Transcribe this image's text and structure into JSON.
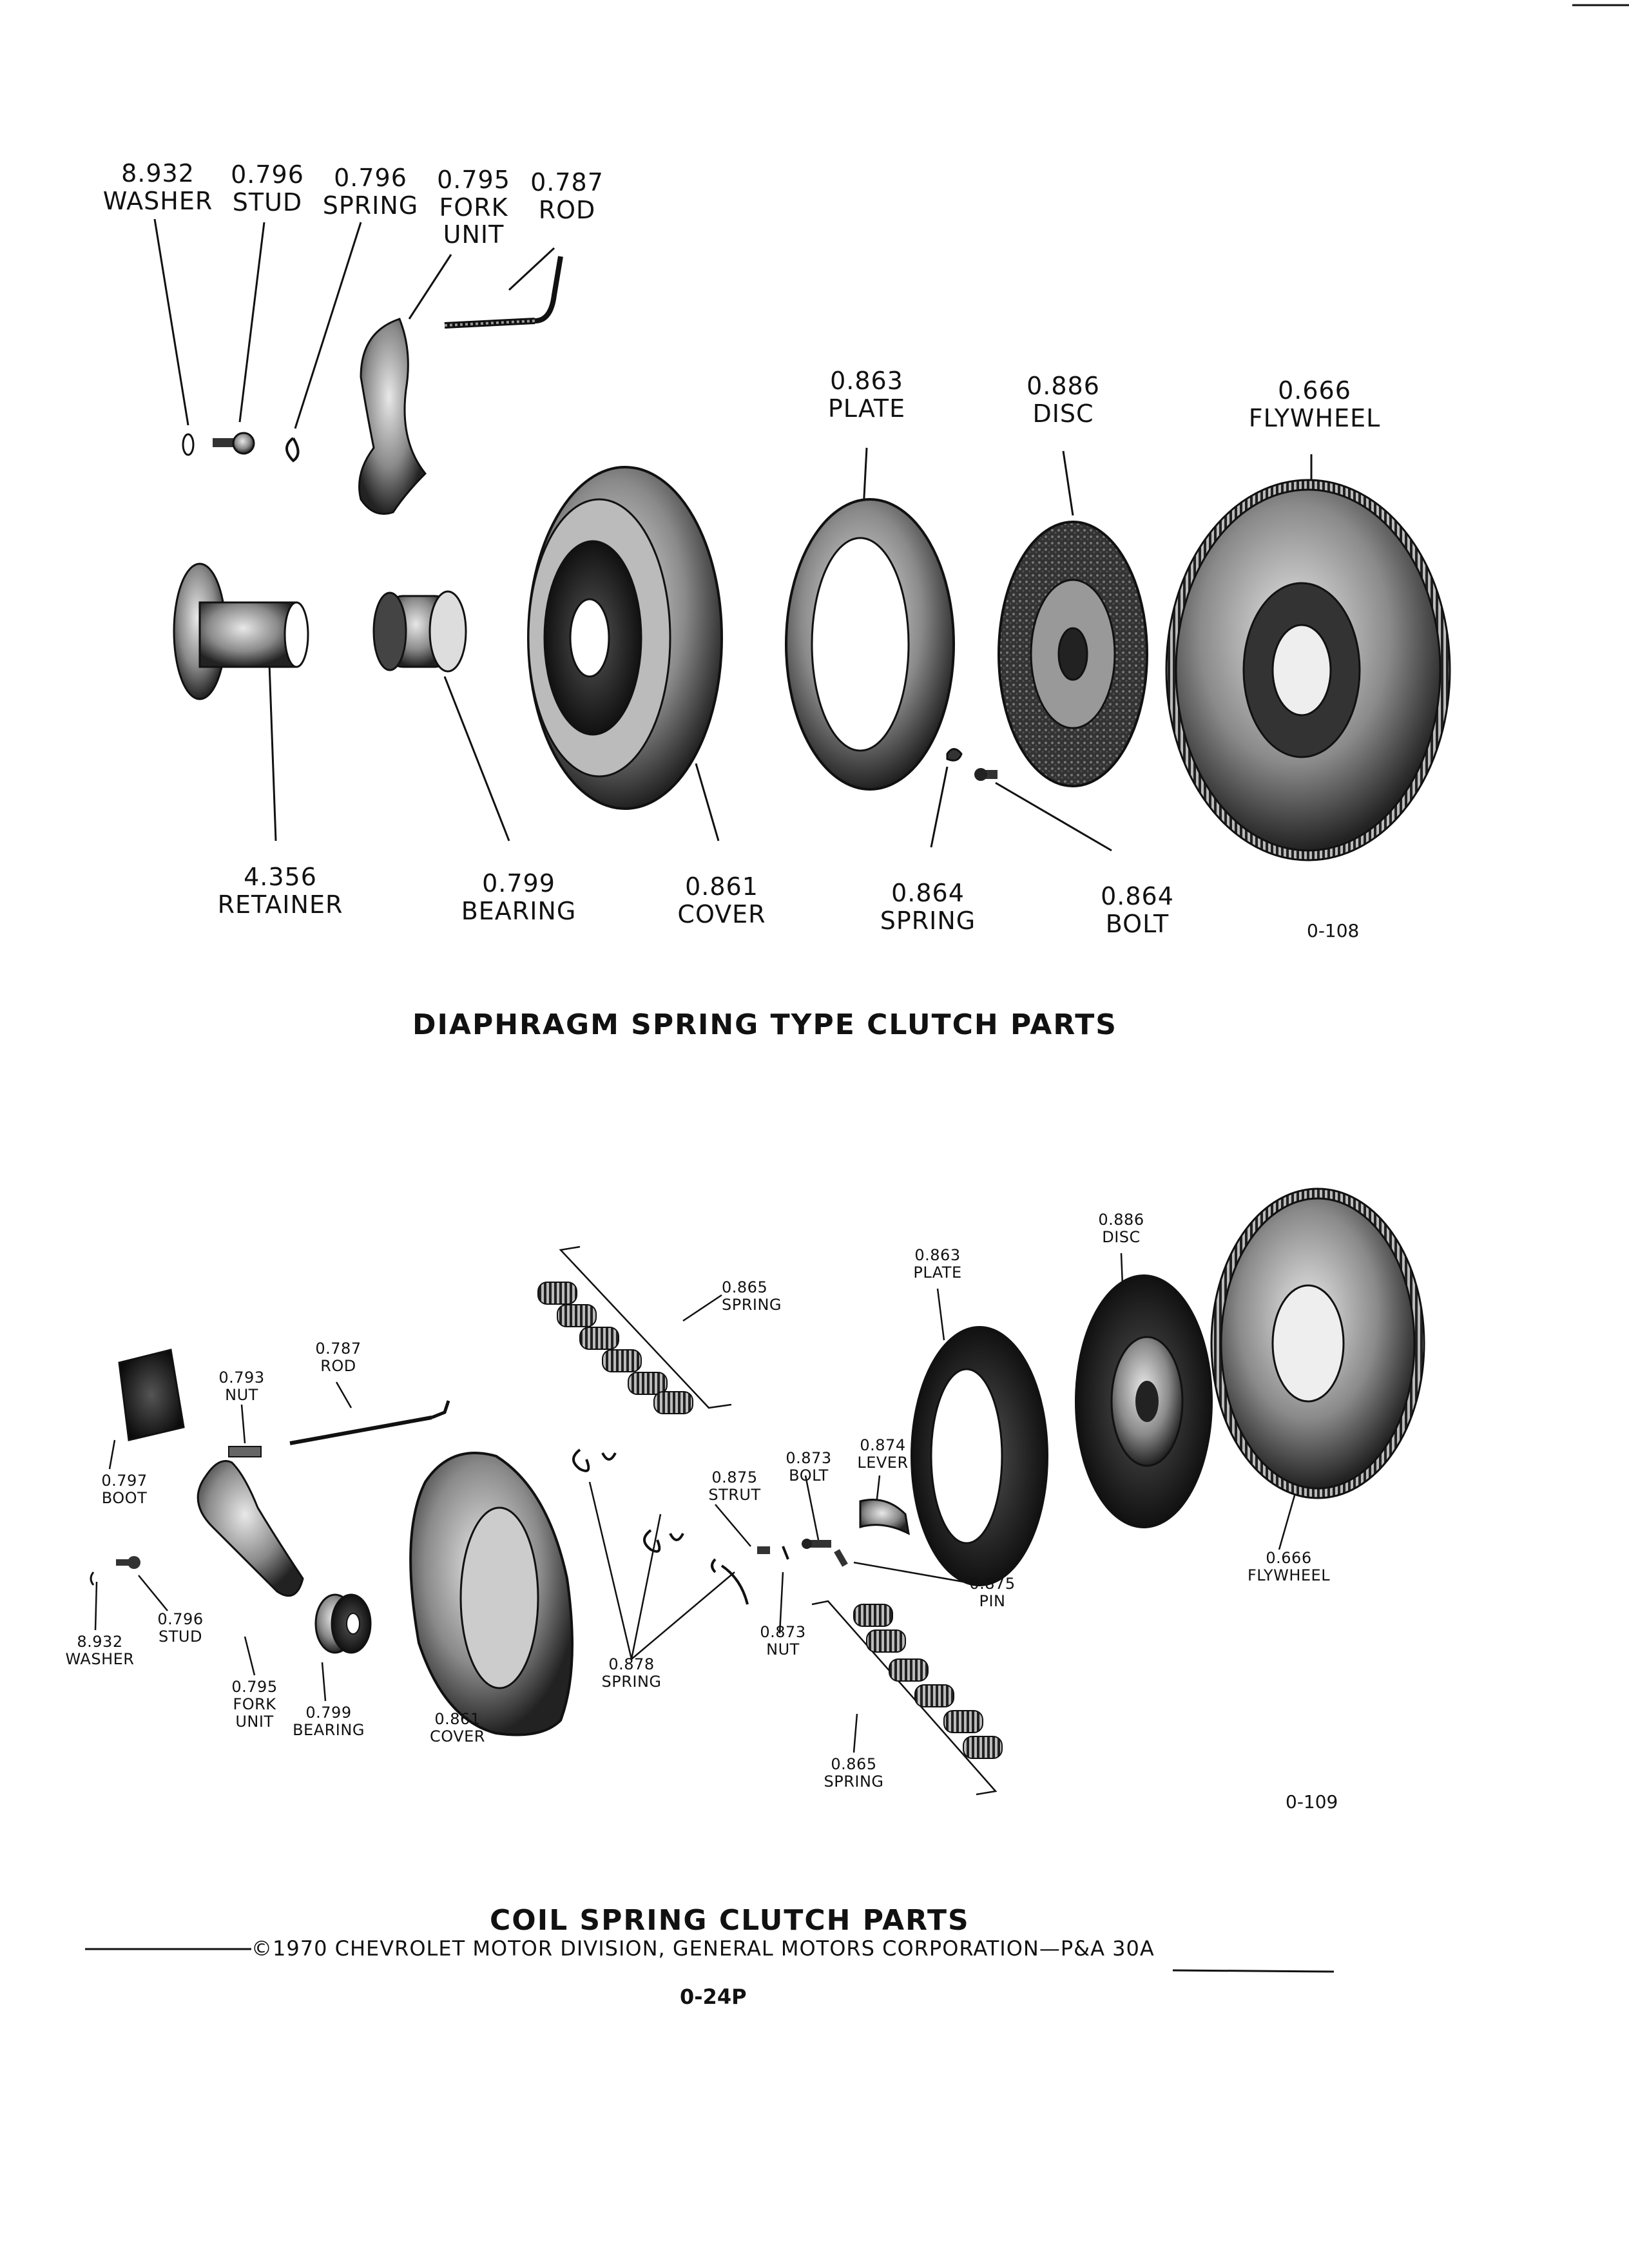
{
  "top": {
    "title": "DIAPHRAGM SPRING TYPE CLUTCH PARTS",
    "figure_no": "0-108",
    "parts": [
      {
        "num": "8.932",
        "name": "WASHER"
      },
      {
        "num": "0.796",
        "name": "STUD"
      },
      {
        "num": "0.796",
        "name": "SPRING"
      },
      {
        "num": "0.795",
        "name": "FORK",
        "name2": "UNIT"
      },
      {
        "num": "0.787",
        "name": "ROD"
      },
      {
        "num": "0.863",
        "name": "PLATE"
      },
      {
        "num": "0.886",
        "name": "DISC"
      },
      {
        "num": "0.666",
        "name": "FLYWHEEL"
      },
      {
        "num": "4.356",
        "name": "RETAINER"
      },
      {
        "num": "0.799",
        "name": "BEARING"
      },
      {
        "num": "0.861",
        "name": "COVER"
      },
      {
        "num": "0.864",
        "name": "SPRING"
      },
      {
        "num": "0.864",
        "name": "BOLT"
      }
    ]
  },
  "bottom": {
    "title": "COIL SPRING CLUTCH PARTS",
    "figure_no": "0-109",
    "parts": [
      {
        "num": "0.886",
        "name": "DISC"
      },
      {
        "num": "0.863",
        "name": "PLATE"
      },
      {
        "num": "0.865",
        "name": "SPRING"
      },
      {
        "num": "0.787",
        "name": "ROD"
      },
      {
        "num": "0.793",
        "name": "NUT"
      },
      {
        "num": "0.797",
        "name": "BOOT"
      },
      {
        "num": "0.874",
        "name": "LEVER"
      },
      {
        "num": "0.873",
        "name": "BOLT"
      },
      {
        "num": "0.875",
        "name": "STRUT"
      },
      {
        "num": "0.666",
        "name": "FLYWHEEL"
      },
      {
        "num": "0.875",
        "name": "PIN"
      },
      {
        "num": "0.796",
        "name": "STUD"
      },
      {
        "num": "8.932",
        "name": "WASHER"
      },
      {
        "num": "0.873",
        "name": "NUT"
      },
      {
        "num": "0.878",
        "name": "SPRING"
      },
      {
        "num": "0.795",
        "name": "FORK",
        "name2": "UNIT"
      },
      {
        "num": "0.799",
        "name": "BEARING"
      },
      {
        "num": "0.861",
        "name": "COVER"
      },
      {
        "num": "0.865",
        "name": "SPRING"
      }
    ]
  },
  "footer": {
    "copyright": "©1970 CHEVROLET MOTOR DIVISION, GENERAL MOTORS CORPORATION—P&A 30A",
    "page_number": "0-24P"
  }
}
